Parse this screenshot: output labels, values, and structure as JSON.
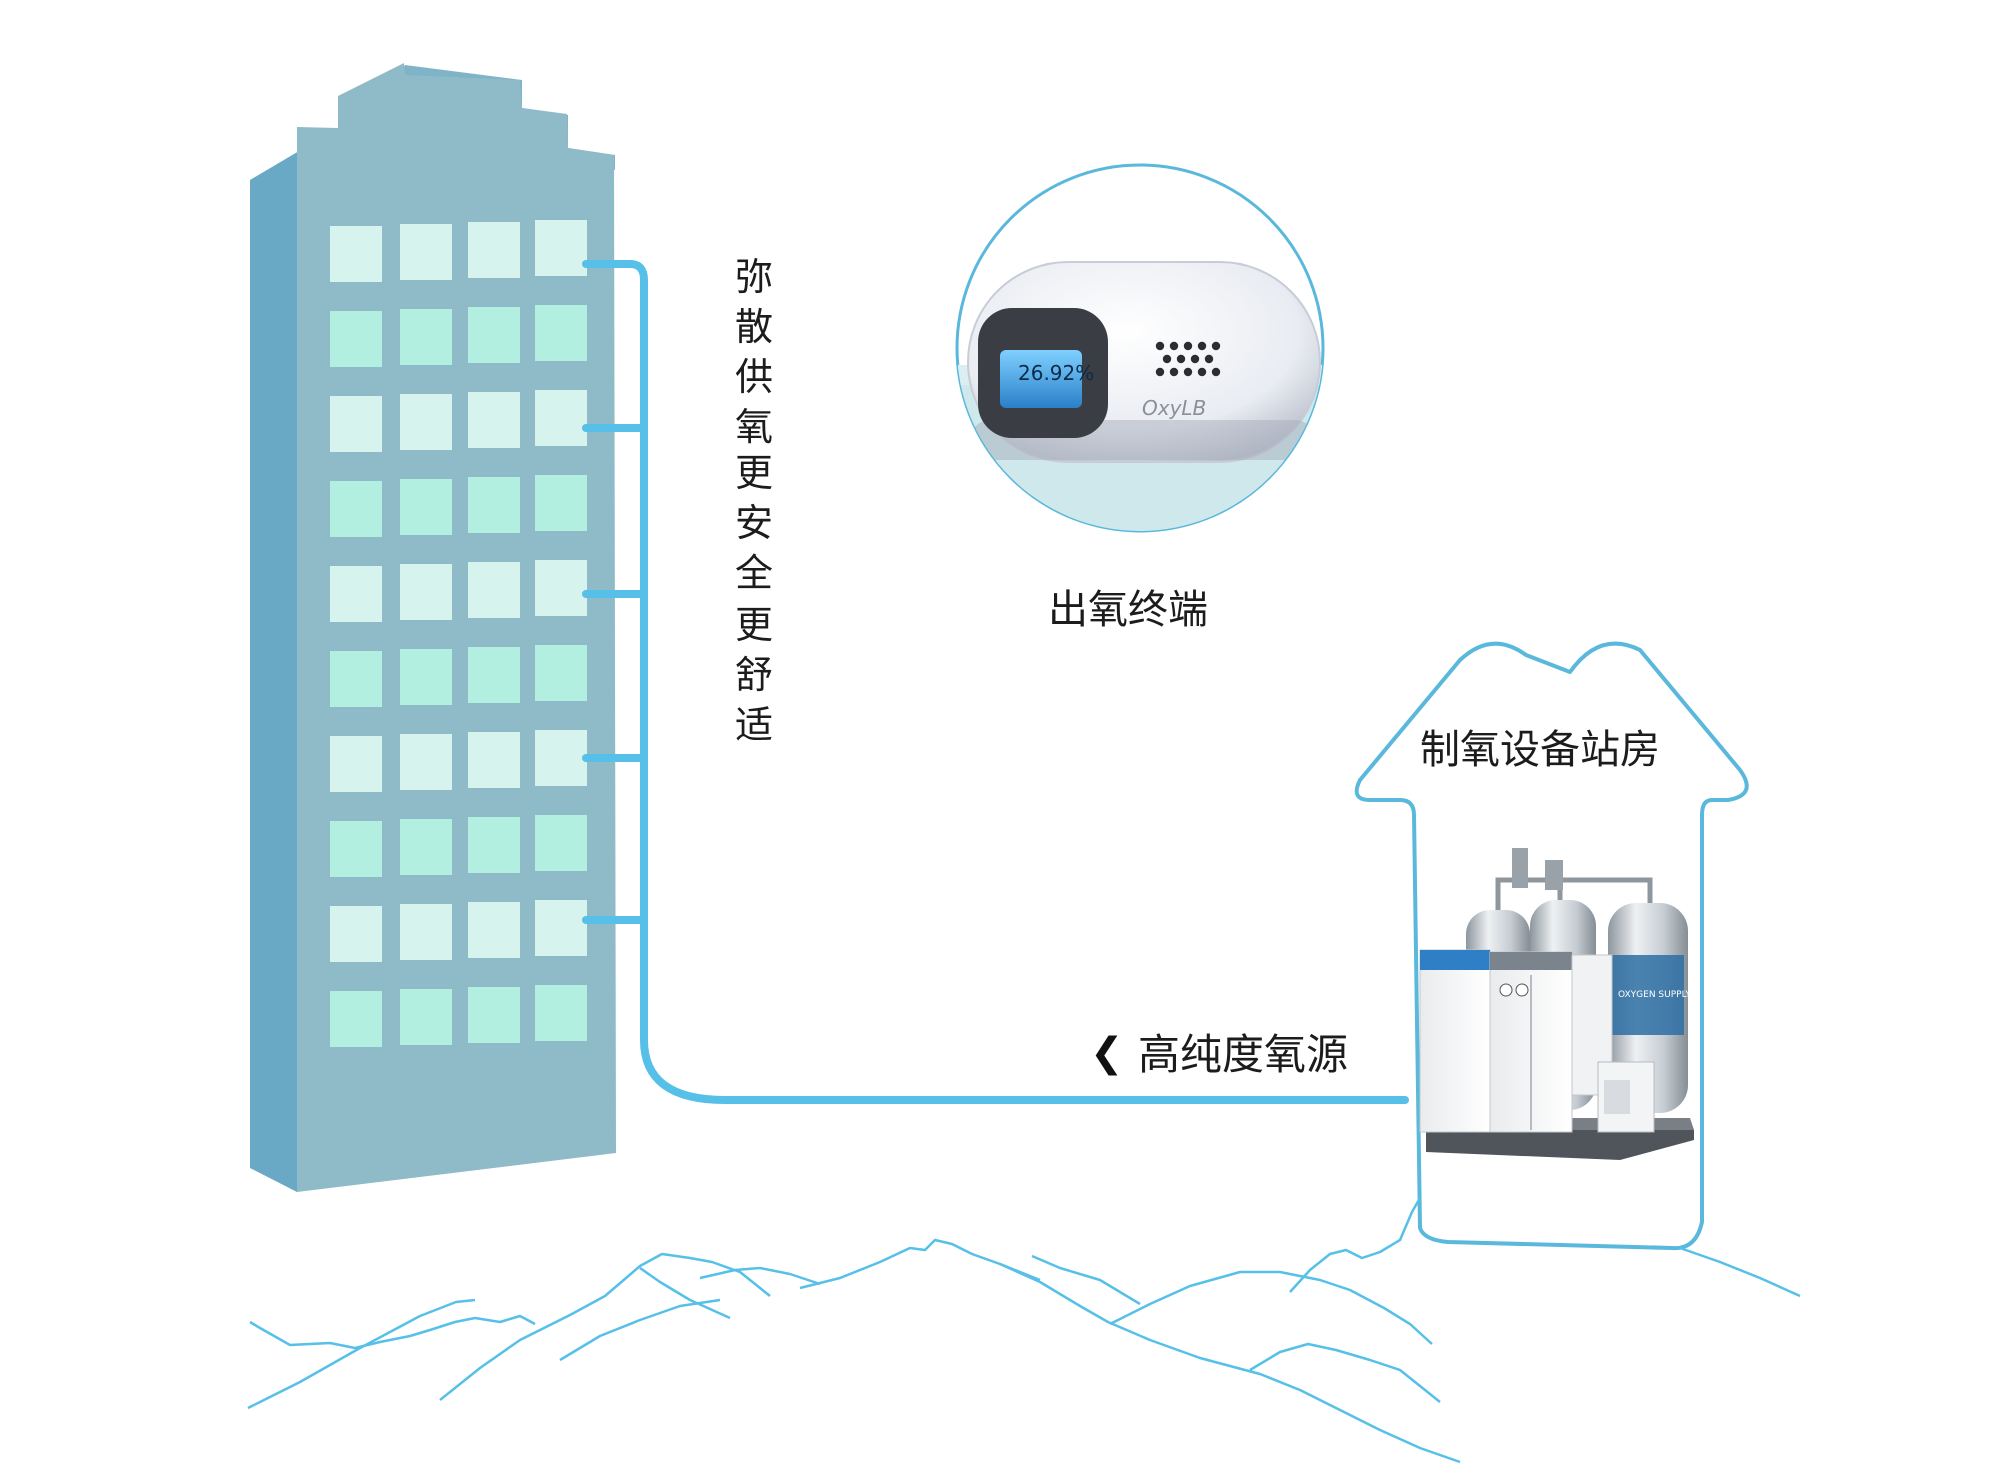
{
  "labels": {
    "terminal": "出氧终端",
    "station": "制氧设备站房",
    "source": "高纯度氧源",
    "benefit_1": "弥散供氧",
    "benefit_2": "更安全",
    "benefit_3": "更舒适"
  },
  "device": {
    "reading": "26.92%",
    "brand": "OxyLB"
  },
  "equipment": {
    "panel_text": "OXYGEN SUPPLY"
  },
  "colors": {
    "pipe": "#56c0e8",
    "building_front": "#8fbac8",
    "building_side": "#6aa9c6",
    "window": "#bff0e3",
    "outline": "#5ab8dc"
  },
  "icons": {
    "arrow": "chevron-left-icon"
  }
}
